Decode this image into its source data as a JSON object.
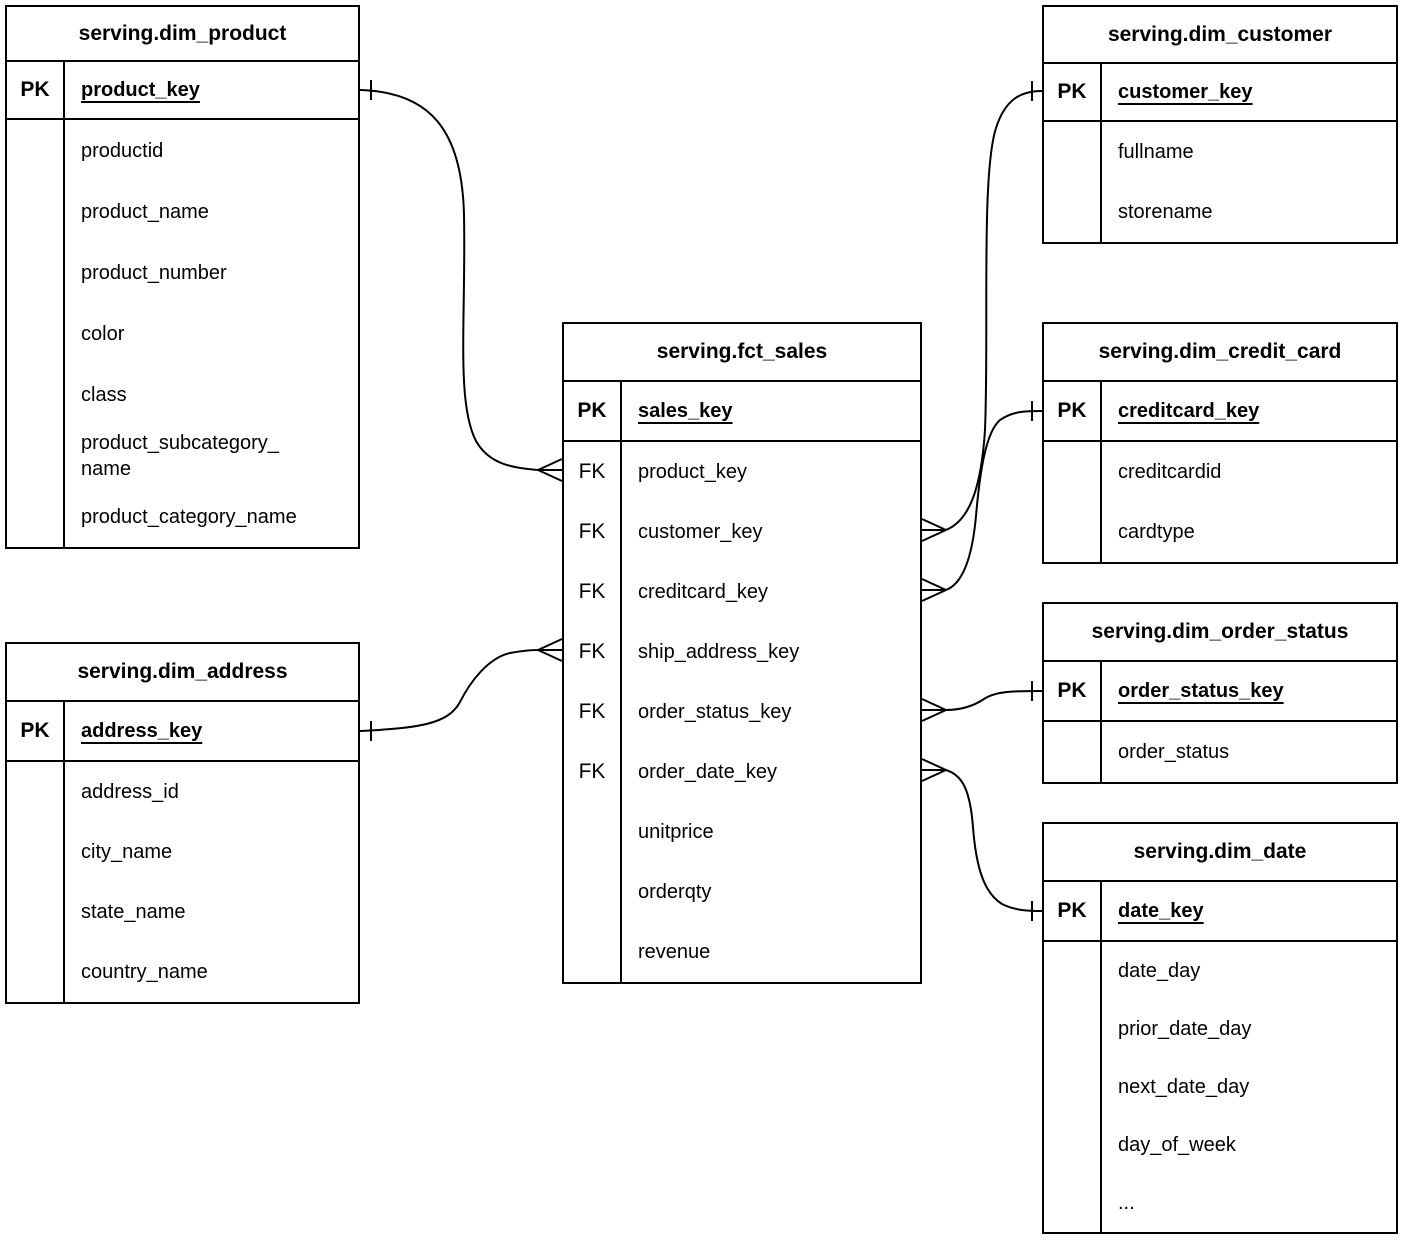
{
  "diagram": {
    "colors": {
      "line": "#000000",
      "background": "#ffffff",
      "text": "#000000"
    },
    "tables": [
      {
        "id": "dim_product",
        "title": "serving.dim_product",
        "key_label": "PK",
        "key_field": "product_key",
        "fields": [
          {
            "label": "",
            "name": "productid"
          },
          {
            "label": "",
            "name": "product_name"
          },
          {
            "label": "",
            "name": "product_number"
          },
          {
            "label": "",
            "name": "color"
          },
          {
            "label": "",
            "name": "class"
          },
          {
            "label": "",
            "name": "product_subcategory_\nname"
          },
          {
            "label": "",
            "name": "product_category_name"
          }
        ]
      },
      {
        "id": "dim_customer",
        "title": "serving.dim_customer",
        "key_label": "PK",
        "key_field": "customer_key",
        "fields": [
          {
            "label": "",
            "name": "fullname"
          },
          {
            "label": "",
            "name": "storename"
          }
        ]
      },
      {
        "id": "fct_sales",
        "title": "serving.fct_sales",
        "key_label": "PK",
        "key_field": "sales_key",
        "fields": [
          {
            "label": "FK",
            "name": "product_key"
          },
          {
            "label": "FK",
            "name": "customer_key"
          },
          {
            "label": "FK",
            "name": "creditcard_key"
          },
          {
            "label": "FK",
            "name": "ship_address_key"
          },
          {
            "label": "FK",
            "name": "order_status_key"
          },
          {
            "label": "FK",
            "name": "order_date_key"
          },
          {
            "label": "",
            "name": "unitprice"
          },
          {
            "label": "",
            "name": "orderqty"
          },
          {
            "label": "",
            "name": "revenue"
          }
        ]
      },
      {
        "id": "dim_credit_card",
        "title": "serving.dim_credit_card",
        "key_label": "PK",
        "key_field": "creditcard_key",
        "fields": [
          {
            "label": "",
            "name": "creditcardid"
          },
          {
            "label": "",
            "name": "cardtype"
          }
        ]
      },
      {
        "id": "dim_order_status",
        "title": "serving.dim_order_status",
        "key_label": "PK",
        "key_field": "order_status_key",
        "fields": [
          {
            "label": "",
            "name": "order_status"
          }
        ]
      },
      {
        "id": "dim_date",
        "title": "serving.dim_date",
        "key_label": "PK",
        "key_field": "date_key",
        "fields": [
          {
            "label": "",
            "name": "date_day"
          },
          {
            "label": "",
            "name": "prior_date_day"
          },
          {
            "label": "",
            "name": "next_date_day"
          },
          {
            "label": "",
            "name": "day_of_week"
          },
          {
            "label": "",
            "name": "..."
          }
        ]
      },
      {
        "id": "dim_address",
        "title": "serving.dim_address",
        "key_label": "PK",
        "key_field": "address_key",
        "fields": [
          {
            "label": "",
            "name": "address_id"
          },
          {
            "label": "",
            "name": "city_name"
          },
          {
            "label": "",
            "name": "state_name"
          },
          {
            "label": "",
            "name": "country_name"
          }
        ]
      }
    ],
    "connections": [
      {
        "from_table": "fct_sales",
        "from_field": "product_key",
        "from_cardinality": "many",
        "to_table": "dim_product",
        "to_field": "product_key",
        "to_cardinality": "one"
      },
      {
        "from_table": "fct_sales",
        "from_field": "ship_address_key",
        "from_cardinality": "many",
        "to_table": "dim_address",
        "to_field": "address_key",
        "to_cardinality": "one"
      },
      {
        "from_table": "fct_sales",
        "from_field": "customer_key",
        "from_cardinality": "many",
        "to_table": "dim_customer",
        "to_field": "customer_key",
        "to_cardinality": "one"
      },
      {
        "from_table": "fct_sales",
        "from_field": "creditcard_key",
        "from_cardinality": "many",
        "to_table": "dim_credit_card",
        "to_field": "creditcard_key",
        "to_cardinality": "one"
      },
      {
        "from_table": "fct_sales",
        "from_field": "order_status_key",
        "from_cardinality": "many",
        "to_table": "dim_order_status",
        "to_field": "order_status_key",
        "to_cardinality": "one"
      },
      {
        "from_table": "fct_sales",
        "from_field": "order_date_key",
        "from_cardinality": "many",
        "to_table": "dim_date",
        "to_field": "date_key",
        "to_cardinality": "one"
      }
    ]
  }
}
